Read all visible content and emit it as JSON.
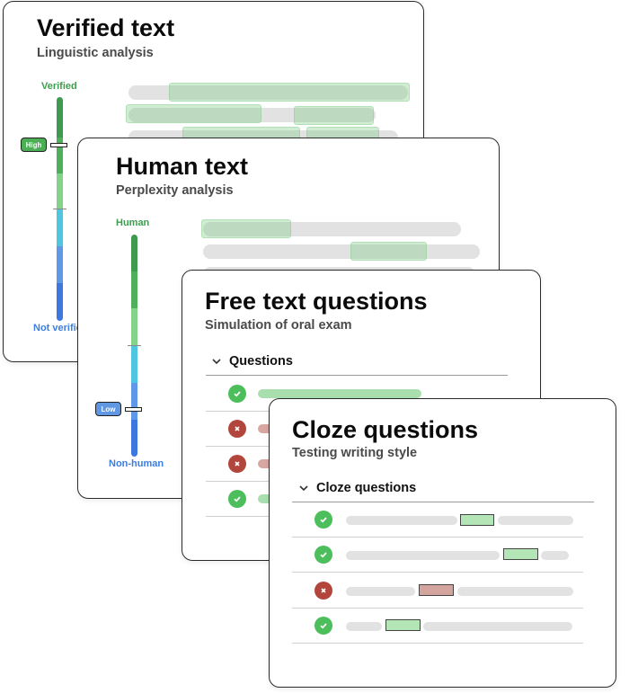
{
  "colors": {
    "accent_green": "#3f9c4f",
    "accent_blue": "#3c7de0",
    "status_ok": "#4cbe5c",
    "status_bad": "#b2463c"
  },
  "cards": {
    "verified": {
      "title": "Verified text",
      "subtitle": "Linguistic analysis",
      "gauge_top": "Verified",
      "gauge_bottom": "Not verified",
      "badge": "High",
      "level": "high"
    },
    "human": {
      "title": "Human text",
      "subtitle": "Perplexity analysis",
      "gauge_top": "Human",
      "gauge_bottom": "Non-human",
      "badge": "Low",
      "level": "low"
    },
    "free_text": {
      "title": "Free text questions",
      "subtitle": "Simulation of oral exam",
      "section_label": "Questions",
      "results": [
        "correct",
        "incorrect",
        "incorrect",
        "correct"
      ]
    },
    "cloze": {
      "title": "Cloze questions",
      "subtitle": "Testing writing style",
      "section_label": "Cloze questions",
      "results": [
        "correct",
        "correct",
        "incorrect",
        "correct"
      ]
    }
  },
  "icons": {
    "check": "check-icon",
    "cross": "cross-icon",
    "chevron": "chevron-down-icon"
  }
}
